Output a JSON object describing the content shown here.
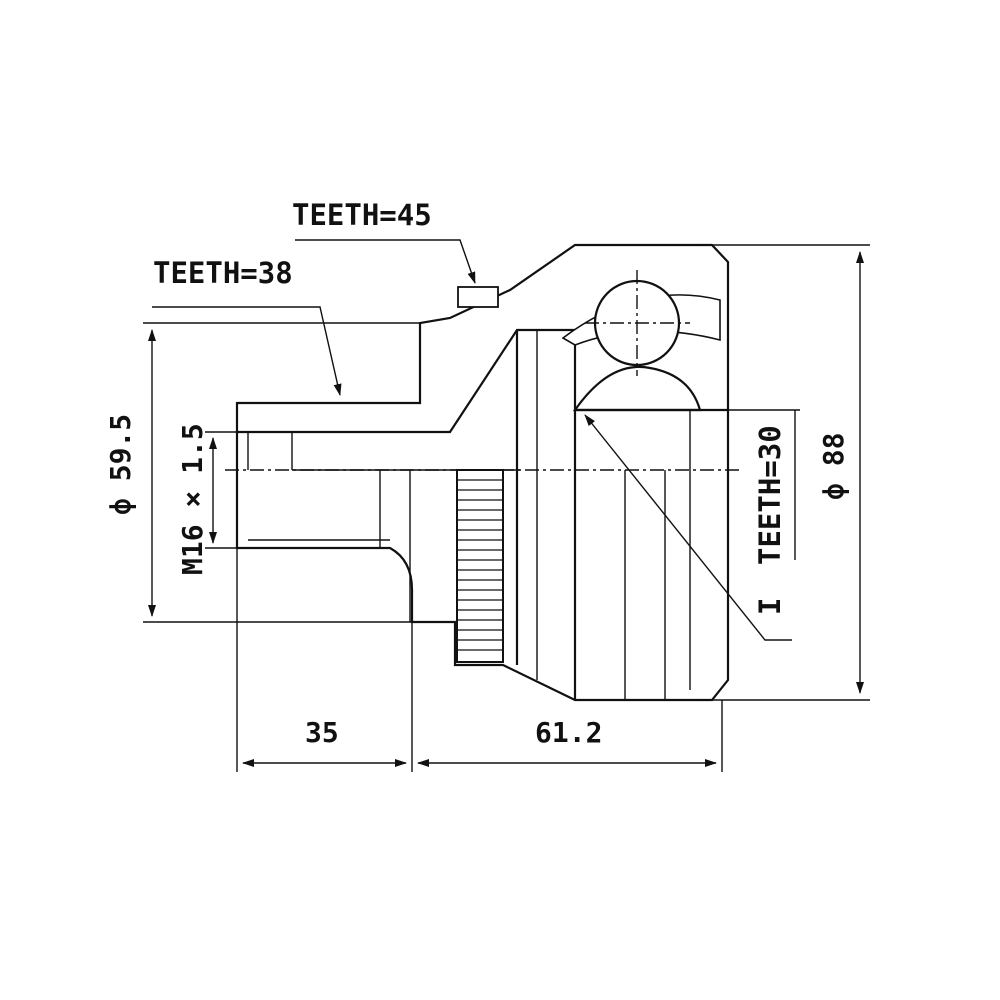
{
  "labels": {
    "teeth_outer": "TEETH=45",
    "teeth_stem": "TEETH=38",
    "teeth_inner": "TEETH=30",
    "inner_mark": "I",
    "dia_stem": "ф 59.5",
    "thread": "M16 × 1.5",
    "dia_outer": "ф 88",
    "len_stem": "35",
    "len_body": "61.2"
  }
}
